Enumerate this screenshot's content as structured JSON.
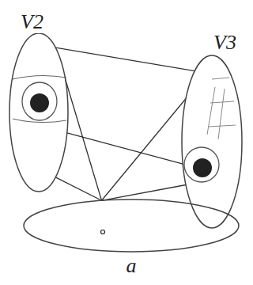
{
  "diagram": {
    "nodes": [
      {
        "text": [
          "V2"
        ]
      },
      {
        "text": [
          "V3"
        ]
      },
      {
        "text": [
          "a"
        ]
      }
    ],
    "edges": [
      {
        "from": 0,
        "to": 1,
        "arrow": "none"
      },
      {
        "from": 0,
        "to": 1,
        "arrow": "none"
      },
      {
        "from": 0,
        "to": 2,
        "arrow": "none"
      },
      {
        "from": 0,
        "to": 2,
        "arrow": "none"
      },
      {
        "from": 1,
        "to": 2,
        "arrow": "none"
      },
      {
        "from": 1,
        "to": 2,
        "arrow": "none"
      }
    ]
  }
}
